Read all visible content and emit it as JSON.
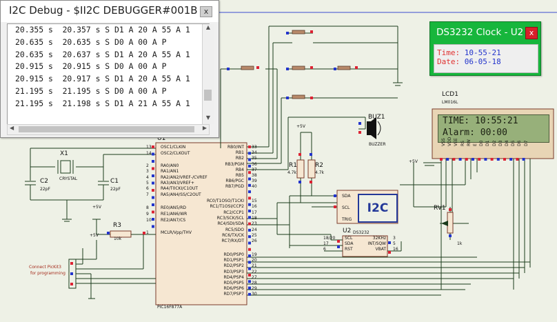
{
  "i2c_debugger": {
    "title": "I2C Debug - $II2C DEBUGGER#001B",
    "close": "x",
    "lines": [
      "20.355 s  20.357 s S D1 A 20 A 55 A 1",
      "20.635 s  20.635 s S D0 A 00 A P",
      "20.635 s  20.637 s S D1 A 20 A 55 A 1",
      "20.915 s  20.915 s S D0 A 00 A P",
      "20.915 s  20.917 s S D1 A 20 A 55 A 1",
      "21.195 s  21.195 s S D0 A 00 A P",
      "21.195 s  21.198 s S D1 A 21 A 55 A 1"
    ]
  },
  "ds3232_window": {
    "title": "DS3232 Clock - U2",
    "close": "x",
    "time_label": "Time:",
    "time_value": "10-55-21",
    "date_label": "Date:",
    "date_value": "06-05-18"
  },
  "lcd": {
    "ref": "LCD1",
    "part": "LM016L",
    "line1": "TIME: 10:55:21",
    "line2": "Alarm: 00:00",
    "pins": [
      "VSS",
      "VDD",
      "VEE",
      "RS",
      "RW",
      "E",
      "D0",
      "D1",
      "D2",
      "D3",
      "D4",
      "D5",
      "D6",
      "D7"
    ]
  },
  "mcu": {
    "ref": "U1",
    "part": "PIC16F877A",
    "left_pins": [
      {
        "num": "13",
        "name": "OSC1/CLKIN"
      },
      {
        "num": "14",
        "name": "OSC2/CLKOUT"
      },
      {
        "num": "2",
        "name": "RA0/AN0"
      },
      {
        "num": "3",
        "name": "RA1/AN1"
      },
      {
        "num": "4",
        "name": "RA2/AN2/VREF-/CVREF"
      },
      {
        "num": "5",
        "name": "RA3/AN3/VREF+"
      },
      {
        "num": "6",
        "name": "RA4/T0CKI/C1OUT"
      },
      {
        "num": "7",
        "name": "RA5/AN4/SS/C2OUT"
      },
      {
        "num": "8",
        "name": "RE0/AN5/RD"
      },
      {
        "num": "9",
        "name": "RE1/AN6/WR"
      },
      {
        "num": "10",
        "name": "RE2/AN7/CS"
      },
      {
        "num": "1",
        "name": "MCLR/Vpp/THV"
      }
    ],
    "right_pins": [
      {
        "num": "33",
        "name": "RB0/INT"
      },
      {
        "num": "34",
        "name": "RB1"
      },
      {
        "num": "35",
        "name": "RB2"
      },
      {
        "num": "36",
        "name": "RB3/PGM"
      },
      {
        "num": "37",
        "name": "RB4"
      },
      {
        "num": "38",
        "name": "RB5"
      },
      {
        "num": "39",
        "name": "RB6/PGC"
      },
      {
        "num": "40",
        "name": "RB7/PGD"
      },
      {
        "num": "15",
        "name": "RC0/T1OSO/T1CKI"
      },
      {
        "num": "16",
        "name": "RC1/T1OSI/CCP2"
      },
      {
        "num": "17",
        "name": "RC2/CCP1"
      },
      {
        "num": "18",
        "name": "RC3/SCK/SCL"
      },
      {
        "num": "23",
        "name": "RC4/SDI/SDA"
      },
      {
        "num": "24",
        "name": "RC5/SDO"
      },
      {
        "num": "25",
        "name": "RC6/TX/CK"
      },
      {
        "num": "26",
        "name": "RC7/RX/DT"
      },
      {
        "num": "19",
        "name": "RD0/PSP0"
      },
      {
        "num": "20",
        "name": "RD1/PSP1"
      },
      {
        "num": "21",
        "name": "RD2/PSP2"
      },
      {
        "num": "22",
        "name": "RD3/PSP3"
      },
      {
        "num": "27",
        "name": "RD4/PSP4"
      },
      {
        "num": "28",
        "name": "RD5/PSP5"
      },
      {
        "num": "29",
        "name": "RD6/PSP6"
      },
      {
        "num": "30",
        "name": "RD7/PSP7"
      }
    ]
  },
  "rtc": {
    "ref": "U2",
    "part": "DS3232",
    "left_pins": [
      {
        "num": "18/20",
        "name": "SCL"
      },
      {
        "num": "17",
        "name": "SDA"
      },
      {
        "num": "6",
        "name": "RST"
      }
    ],
    "right_pins": [
      {
        "num": "3",
        "name": "32KHz"
      },
      {
        "num": "5",
        "name": "INT/SQW"
      },
      {
        "num": "16",
        "name": "VBAT"
      }
    ]
  },
  "i2c_probe": {
    "label": "I2C",
    "pins": [
      "SDA",
      "SCL",
      "TRIG"
    ]
  },
  "components": {
    "x1_ref": "X1",
    "x1_part": "CRYSTAL",
    "c1_ref": "C1",
    "c1_val": "22pF",
    "c2_ref": "C2",
    "c2_val": "22pF",
    "r1_ref": "R1",
    "r1_val": "4.7k",
    "r2_ref": "R2",
    "r2_val": "4.7k",
    "r3_ref": "R3",
    "r3_val": "10k",
    "rv1_ref": "RV1",
    "rv1_val": "1k",
    "buz_ref": "BUZ1",
    "buz_part": "BUZZER"
  },
  "power_labels": [
    "+5V",
    "+5V",
    "+5V",
    "+5V"
  ],
  "programmer_note": [
    "Connect PicKit3",
    "for programming"
  ]
}
